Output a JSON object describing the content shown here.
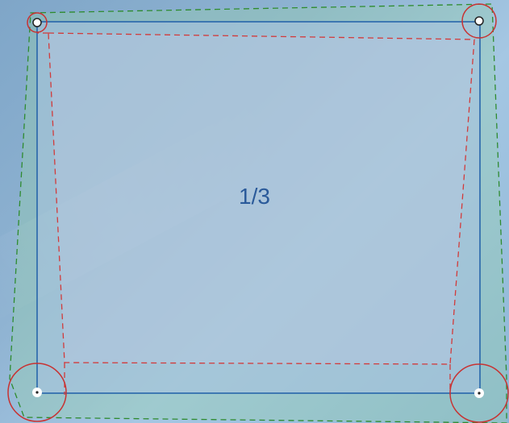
{
  "page_indicator": "1/3",
  "colors": {
    "outer_guide": "#2e8b2e",
    "inner_guide": "#d23a3a",
    "frame": "#1f5fa8",
    "handle_ring": "#c83232",
    "label": "#2a5a9a"
  },
  "handles": [
    {
      "name": "top-left-handle",
      "style": "ring"
    },
    {
      "name": "top-right-handle",
      "style": "ring"
    },
    {
      "name": "bottom-left-handle",
      "style": "dot"
    },
    {
      "name": "bottom-right-handle",
      "style": "dot"
    }
  ]
}
